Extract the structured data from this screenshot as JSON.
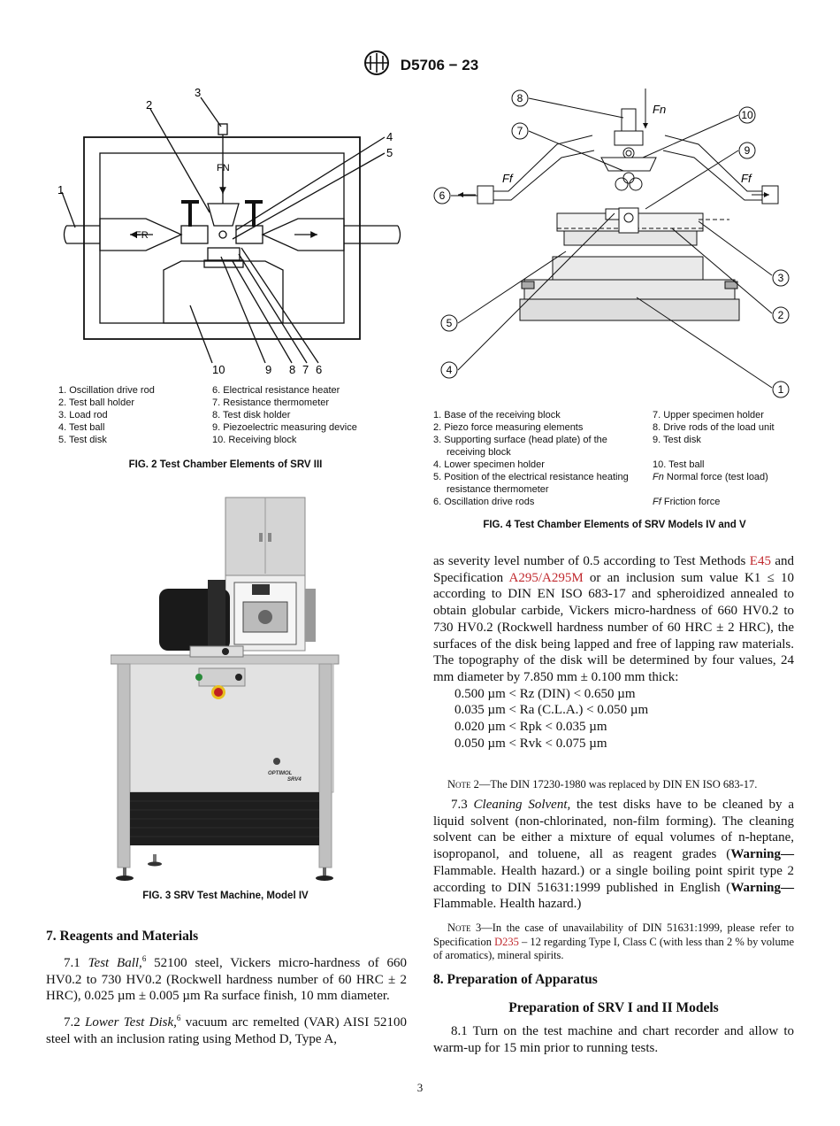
{
  "header": {
    "standard": "D5706 − 23",
    "logo_text": "ASTM"
  },
  "fig2": {
    "callouts": [
      "1",
      "2",
      "3",
      "4",
      "5",
      "10",
      "9",
      "8",
      "7",
      "6"
    ],
    "force_labels": {
      "fn": "FN",
      "fr": "FR"
    },
    "legend_left": [
      "1. Oscillation drive rod",
      "2. Test ball holder",
      "3. Load rod",
      "4. Test ball",
      "5. Test disk"
    ],
    "legend_right": [
      "6. Electrical resistance heater",
      "7. Resistance thermometer",
      "8. Test disk holder",
      "9. Piezoelectric measuring device",
      "10. Receiving block"
    ],
    "caption": "FIG. 2 Test Chamber Elements of SRV III"
  },
  "fig3": {
    "caption": "FIG. 3 SRV Test Machine, Model IV",
    "brand": "OPTIMOL",
    "model": "SRV4"
  },
  "fig4": {
    "callouts": [
      "8",
      "7",
      "10",
      "9",
      "6",
      "3",
      "2",
      "5",
      "4",
      "1"
    ],
    "force_labels": {
      "fn": "Fn",
      "ff_left": "Ff",
      "ff_right": "Ff"
    },
    "legend_left": [
      "1. Base of the receiving block",
      "2. Piezo force measuring elements",
      "3. Supporting surface (head plate) of the",
      "receiving block",
      "4. Lower specimen holder",
      "5. Position of the electrical resistance heating",
      "resistance thermometer",
      "6. Oscillation drive rods"
    ],
    "legend_right": [
      "7. Upper specimen holder",
      "8. Drive rods of the load unit",
      "9. Test disk",
      "",
      "10. Test ball",
      "Normal force (test load)",
      "",
      "Friction force"
    ],
    "legend_right_sym": {
      "fn": "Fn",
      "ff": "Ff"
    },
    "caption": "FIG. 4 Test Chamber Elements of SRV Models IV and V"
  },
  "left_text": {
    "section7": "7. Reagents and Materials",
    "p71_num": "7.1",
    "p71_title": "Test Ball,",
    "p71_sup": "6",
    "p71_body": " 52100 steel, Vickers micro-hardness of 660 HV0.2 to 730 HV0.2 (Rockwell hardness number of 60 HRC ± 2 HRC), 0.025 µm ± 0.005 µm Ra surface finish, 10 mm diameter.",
    "p72_num": "7.2",
    "p72_title": "Lower Test Disk,",
    "p72_sup": "6",
    "p72_body": " vacuum arc remelted (VAR) AISI 52100 steel with an inclusion rating using Method D, Type A,"
  },
  "right_text": {
    "p_cont_a": "as severity level number of 0.5 according to Test Methods ",
    "link_e45": "E45",
    "p_cont_b": " and Specification ",
    "link_a295": "A295/A295M",
    "p_cont_c": " or an inclusion sum value K1 ≤ 10 according to DIN EN ISO 683-17 and spheroidized annealed to obtain globular carbide, Vickers micro-hardness of 660 HV0.2 to 730 HV0.2 (Rockwell hardness number of 60 HRC ± 2 HRC), the surfaces of the disk being lapped and free of lapping raw materials. The topography of the disk will be determined by four values, 24 mm diameter by 7.850 mm ± 0.100 mm thick:",
    "ranges": [
      "0.500 µm < Rz (DIN) < 0.650 µm",
      "0.035 µm < Ra (C.L.A.) < 0.050 µm",
      "0.020 µm < Rpk < 0.035 µm",
      "0.050 µm < Rvk < 0.075 µm"
    ],
    "note2_label": "Note 2",
    "note2_body": "—The DIN 17230-1980 was replaced by DIN EN ISO 683-17.",
    "p73_num": "7.3",
    "p73_title": "Cleaning Solvent,",
    "p73_a": " the test disks have to be cleaned by a liquid solvent (non-chlorinated, non-film forming). The cleaning solvent can be either a mixture of equal volumes of n-heptane, isopropanol, and toluene, all as reagent grades (",
    "warning1": "Warning—",
    "p73_b": "Flammable. Health hazard.) or a single boiling point spirit type 2 according to DIN 51631:1999 published in English (",
    "warning2": "Warning—",
    "p73_c": "Flammable. Health hazard.)",
    "note3_label": "Note 3",
    "note3_a": "—In the case of unavailability of DIN 51631:1999, please refer to Specification ",
    "link_d235": "D235",
    "note3_b": " – 12 regarding Type I, Class C (with less than 2 % by volume of aromatics), mineral spirits.",
    "section8": "8. Preparation of Apparatus",
    "subhead": "Preparation of SRV I and II Models",
    "p81_num": "8.1",
    "p81_body": " Turn on the test machine and chart recorder and allow to warm-up for 15 min prior to running tests."
  },
  "page_number": "3"
}
